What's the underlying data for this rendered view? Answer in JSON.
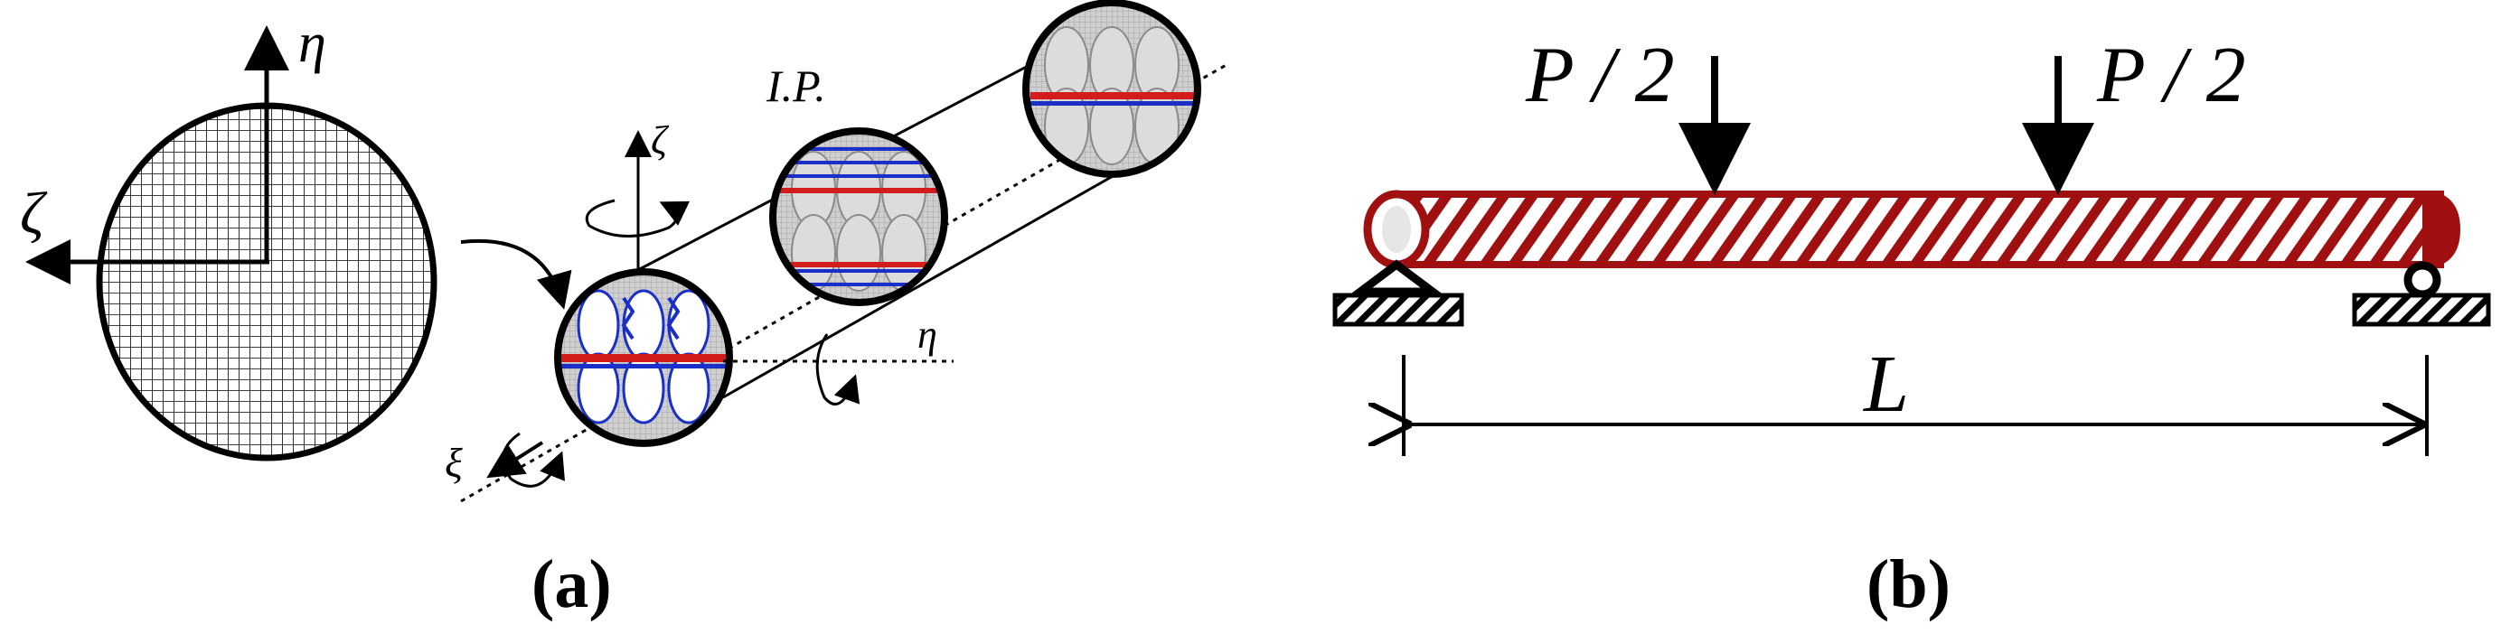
{
  "panel_a": {
    "caption_open": "(",
    "caption_letter": "a",
    "caption_close": ")",
    "cross_section_axis_eta": "η",
    "cross_section_axis_zeta": "ζ",
    "beam_axis_zeta": "ζ",
    "beam_axis_eta": "η",
    "beam_axis_xi": "ξ",
    "integration_points_label": "I.P."
  },
  "panel_b": {
    "caption_open": "(",
    "caption_letter": "b",
    "caption_close": ")",
    "load_left": "P / 2",
    "load_right": "P / 2",
    "span_label": "L"
  },
  "colors": {
    "beam": "#a01010",
    "tension": "#d41c1c",
    "compression": "#1a2fc8",
    "section_fill": "#c8c8c8"
  }
}
